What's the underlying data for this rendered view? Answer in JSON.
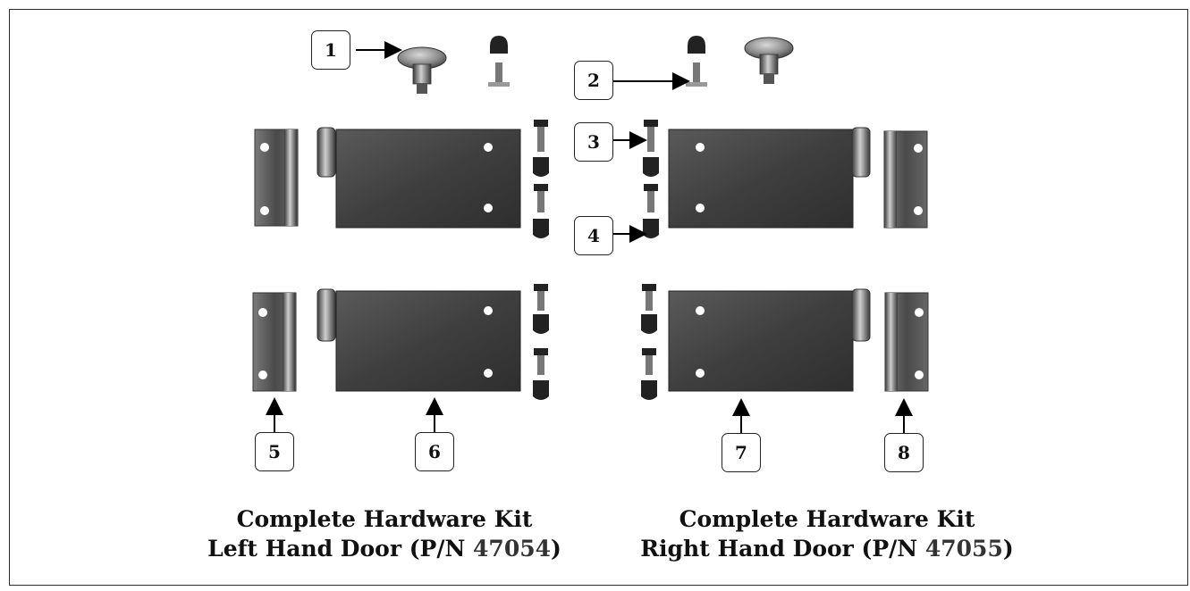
{
  "callouts": [
    "1",
    "2",
    "3",
    "4",
    "5",
    "6",
    "7",
    "8"
  ],
  "captions": {
    "left": {
      "line1": "Complete Hardware Kit",
      "line2_prefix": "Left Hand Door (P/N ",
      "part_number": "47054",
      "line2_suffix": ")"
    },
    "right": {
      "line1": "Complete Hardware Kit",
      "line2_prefix": "Right Hand Door (P/N ",
      "part_number": "47055",
      "line2_suffix": ")"
    }
  }
}
